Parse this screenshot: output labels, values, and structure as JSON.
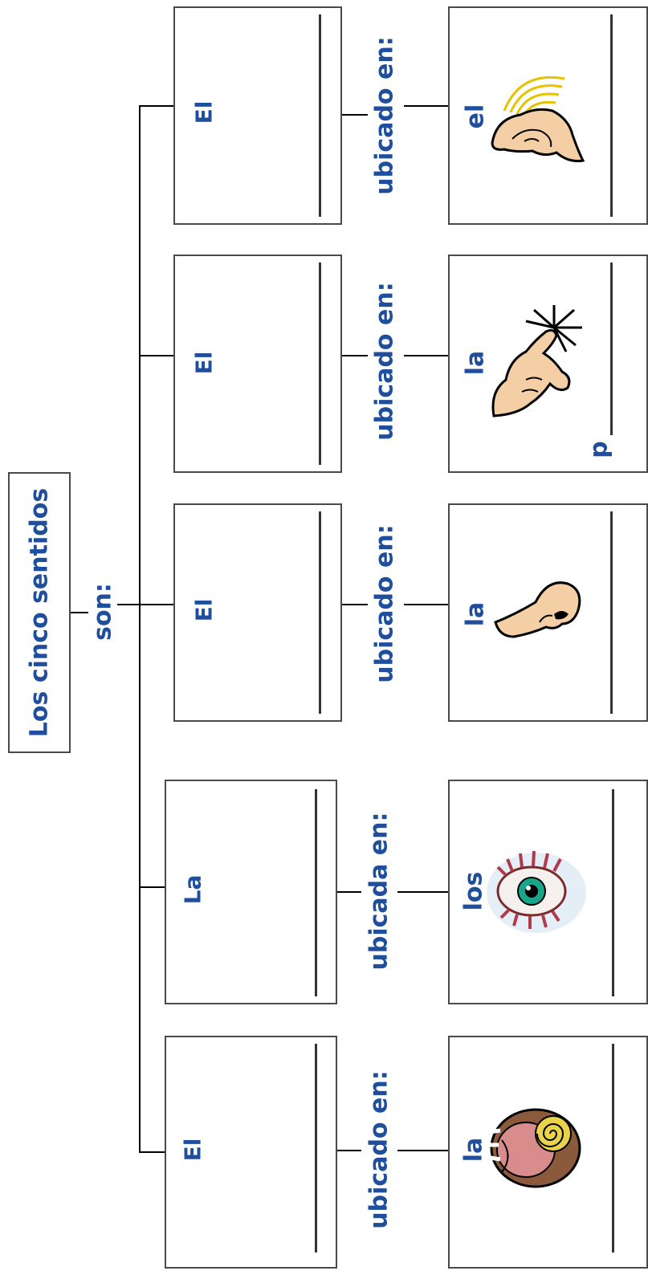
{
  "title": "Los cinco sentidos",
  "connector": "son:",
  "senses": [
    {
      "label": "El",
      "location_link": "ubicado en:",
      "article": "la",
      "extra": "",
      "icon": "tongue-icon"
    },
    {
      "label": "La",
      "location_link": "ubicada en:",
      "article": "los",
      "extra": "",
      "icon": "eye-icon"
    },
    {
      "label": "El",
      "location_link": "ubicado en:",
      "article": "la",
      "extra": "",
      "icon": "nose-icon"
    },
    {
      "label": "El",
      "location_link": "ubicado en:",
      "article": "la",
      "extra": "p",
      "icon": "hand-icon"
    },
    {
      "label": "El",
      "location_link": "ubicado en:",
      "article": "el",
      "extra": "",
      "icon": "ear-icon"
    }
  ],
  "colors": {
    "text": "#1f4e9c",
    "border": "#4a4a4a",
    "line": "#000000"
  }
}
